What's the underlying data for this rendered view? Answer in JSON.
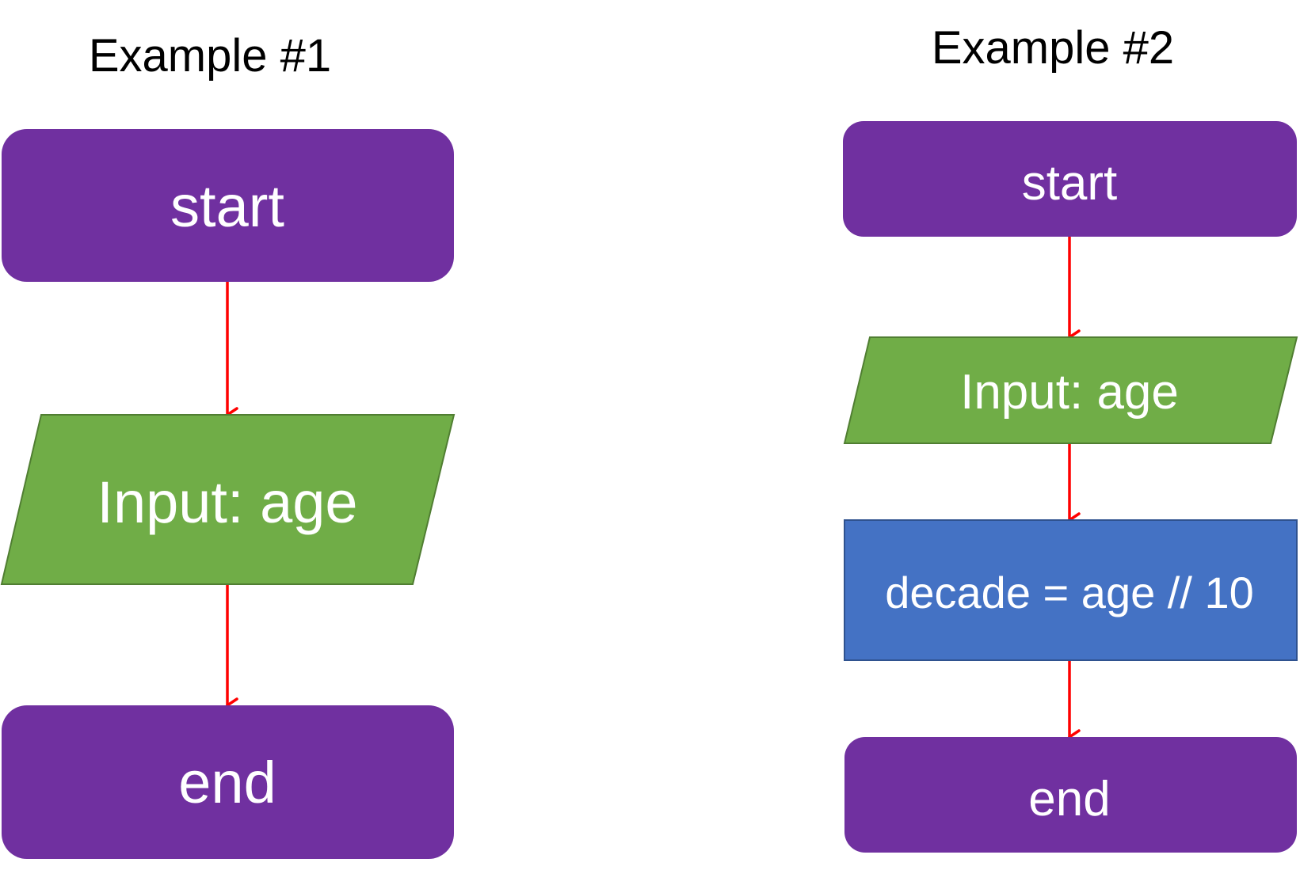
{
  "colors": {
    "terminal": "#7030a0",
    "io": "#70ad47",
    "io_border": "#507e32",
    "process": "#4472c4",
    "process_border": "#2f528f",
    "arrow": "#ff0000",
    "node_text": "#ffffff",
    "title_text": "#000000"
  },
  "examples": [
    {
      "title": "Example #1",
      "nodes": [
        {
          "kind": "terminal",
          "label": "start"
        },
        {
          "kind": "io",
          "label": "Input: age"
        },
        {
          "kind": "terminal",
          "label": "end"
        }
      ]
    },
    {
      "title": "Example #2",
      "nodes": [
        {
          "kind": "terminal",
          "label": "start"
        },
        {
          "kind": "io",
          "label": "Input: age"
        },
        {
          "kind": "process",
          "label": "decade = age // 10"
        },
        {
          "kind": "terminal",
          "label": "end"
        }
      ]
    }
  ]
}
